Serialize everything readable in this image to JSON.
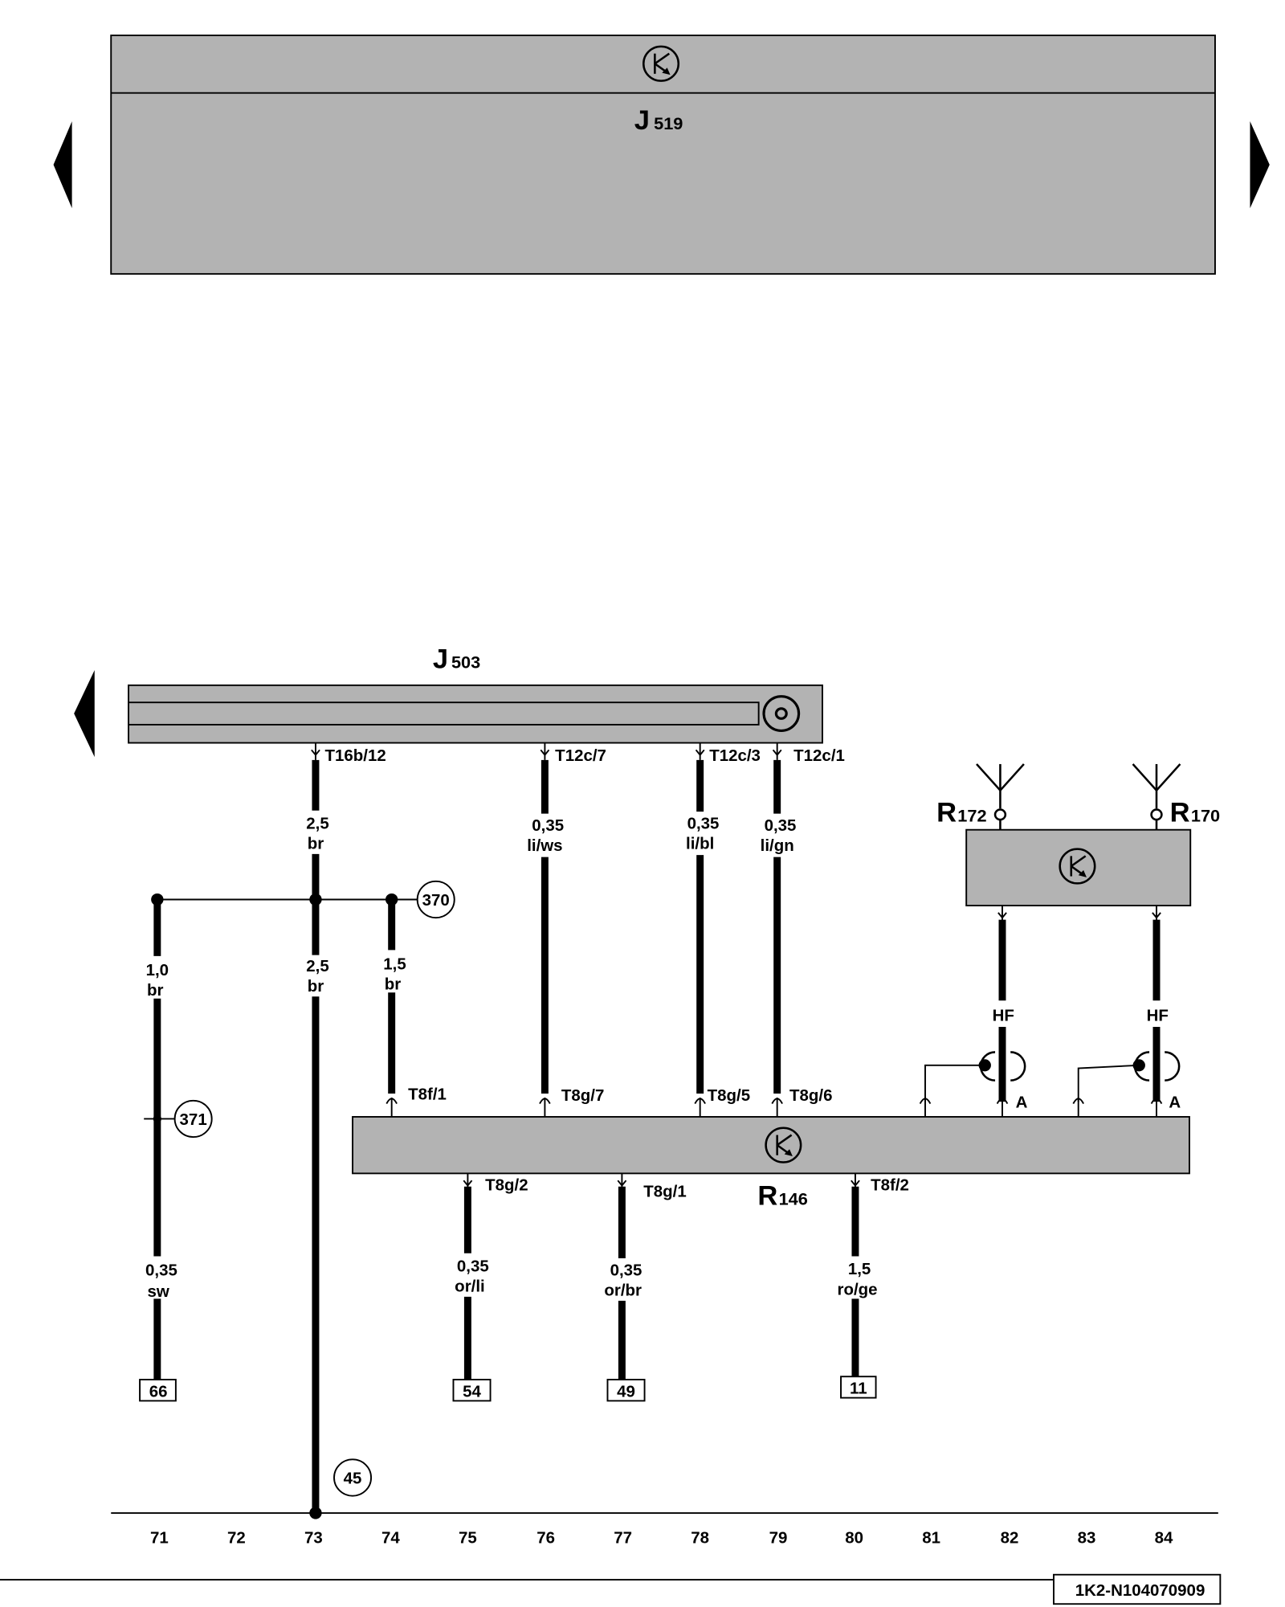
{
  "modules": {
    "top": {
      "letter": "J",
      "number": "519"
    },
    "gateway": {
      "letter": "J",
      "number": "503"
    },
    "radio": {
      "letter": "R",
      "number": "146"
    },
    "antenna_left": {
      "letter": "R",
      "number": "172"
    },
    "antenna_right": {
      "letter": "R",
      "number": "170"
    }
  },
  "connectors": {
    "t16b_12": "T16b/12",
    "t12c_7": "T12c/7",
    "t12c_3": "T12c/3",
    "t12c_1": "T12c/1",
    "t8f_1": "T8f/1",
    "t8g_7": "T8g/7",
    "t8g_5": "T8g/5",
    "t8g_6": "T8g/6",
    "t8g_2": "T8g/2",
    "t8g_1": "T8g/1",
    "t8f_2": "T8f/2"
  },
  "wires": {
    "w73_upper": {
      "size": "2,5",
      "color": "br"
    },
    "w73_lower": {
      "size": "2,5",
      "color": "br"
    },
    "w76": {
      "size": "0,35",
      "color": "li/ws"
    },
    "w78": {
      "size": "0,35",
      "color": "li/bl"
    },
    "w79": {
      "size": "0,35",
      "color": "li/gn"
    },
    "w71_upper": {
      "size": "1,0",
      "color": "br"
    },
    "w71_lower": {
      "size": "0,35",
      "color": "sw"
    },
    "w74": {
      "size": "1,5",
      "color": "br"
    },
    "w75": {
      "size": "0,35",
      "color": "or/li"
    },
    "w77": {
      "size": "0,35",
      "color": "or/br"
    },
    "w80": {
      "size": "1,5",
      "color": "ro/ge"
    }
  },
  "hf_lines": [
    {
      "type": "HF",
      "pin": "A"
    },
    {
      "type": "HF",
      "pin": "A"
    }
  ],
  "references": {
    "r370": "370",
    "r371": "371",
    "r45": "45"
  },
  "terminals": {
    "t66": "66",
    "t54": "54",
    "t49": "49",
    "t11": "11"
  },
  "current_tracks": [
    "71",
    "72",
    "73",
    "74",
    "75",
    "76",
    "77",
    "78",
    "79",
    "80",
    "81",
    "82",
    "83",
    "84"
  ],
  "doc_id": "1K2-N104070909",
  "colors": {
    "module_fill": "#b3b3b3",
    "wire": "#000000",
    "background": "#ffffff"
  },
  "icons": [
    "control-unit-icon",
    "antenna-icon",
    "coax-shield-icon",
    "connector-pin-icon",
    "page-prev-arrow-icon",
    "page-next-arrow-icon",
    "connector-socket-icon"
  ]
}
